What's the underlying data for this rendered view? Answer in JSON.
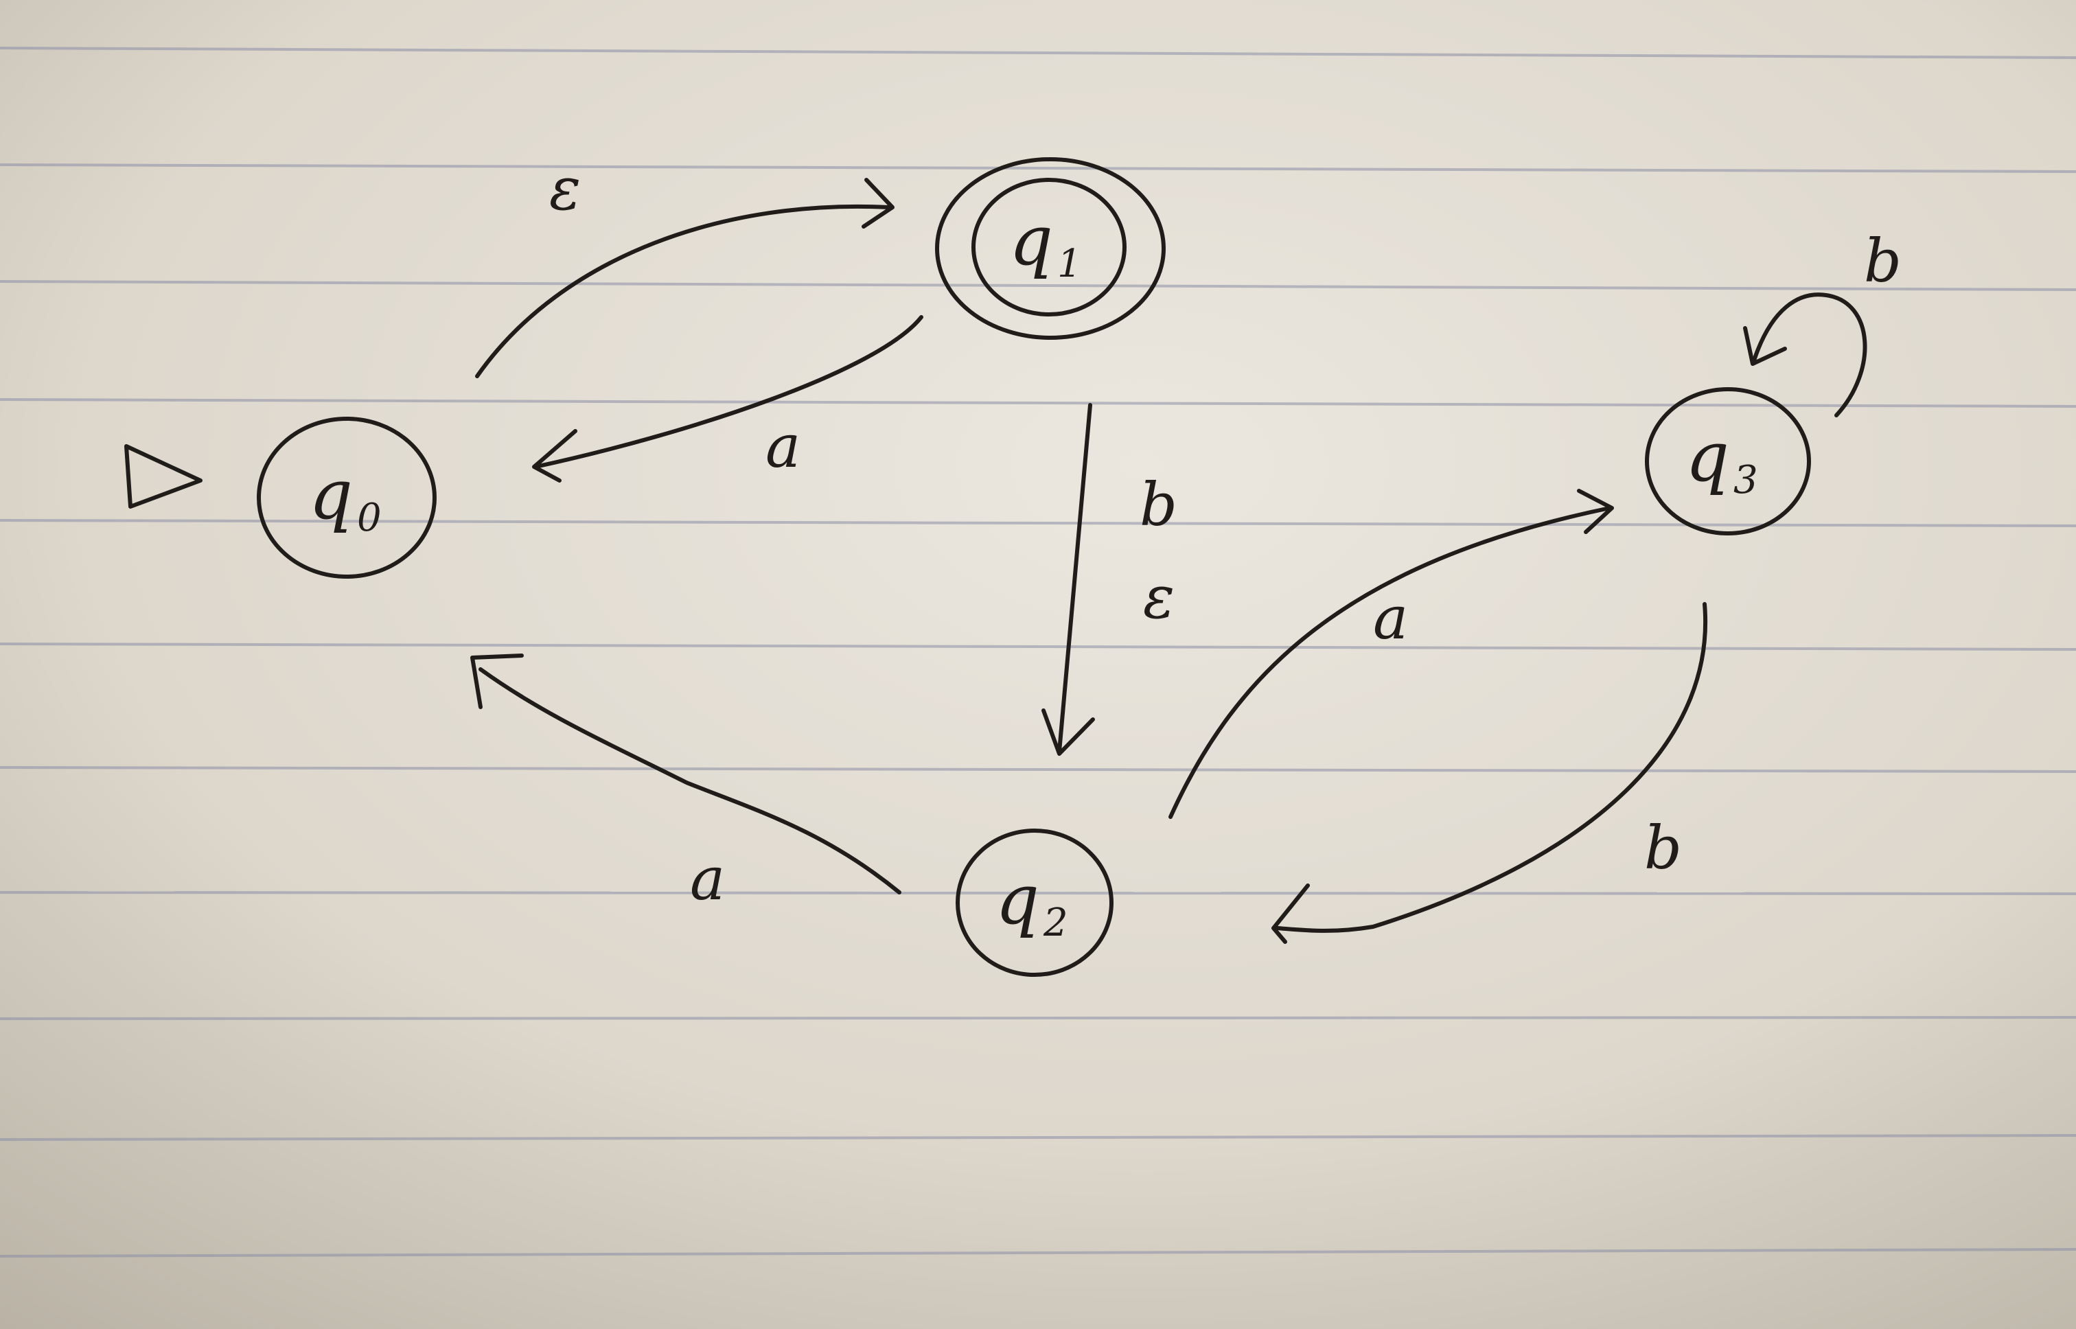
{
  "diagram": {
    "type": "finite-automaton",
    "states": [
      {
        "id": "q0",
        "base": "q",
        "sub": "0",
        "initial": true,
        "accepting": false
      },
      {
        "id": "q1",
        "base": "q",
        "sub": "1",
        "initial": false,
        "accepting": true
      },
      {
        "id": "q2",
        "base": "q",
        "sub": "2",
        "initial": false,
        "accepting": false
      },
      {
        "id": "q3",
        "base": "q",
        "sub": "3",
        "initial": false,
        "accepting": false
      }
    ],
    "transitions": [
      {
        "from": "q0",
        "to": "q1",
        "label": "ε"
      },
      {
        "from": "q1",
        "to": "q0",
        "label": "a"
      },
      {
        "from": "q1",
        "to": "q2",
        "label": "b\nε"
      },
      {
        "from": "q2",
        "to": "q0",
        "label": "a"
      },
      {
        "from": "q2",
        "to": "q3",
        "label": "a"
      },
      {
        "from": "q3",
        "to": "q2",
        "label": "b"
      },
      {
        "from": "q3",
        "to": "q3",
        "label": "b"
      }
    ],
    "initial_marker": "▷"
  },
  "colors": {
    "ink": "#1f1c1a",
    "paper": "#d8d2c6",
    "rule_line": "#8c8fa6"
  }
}
